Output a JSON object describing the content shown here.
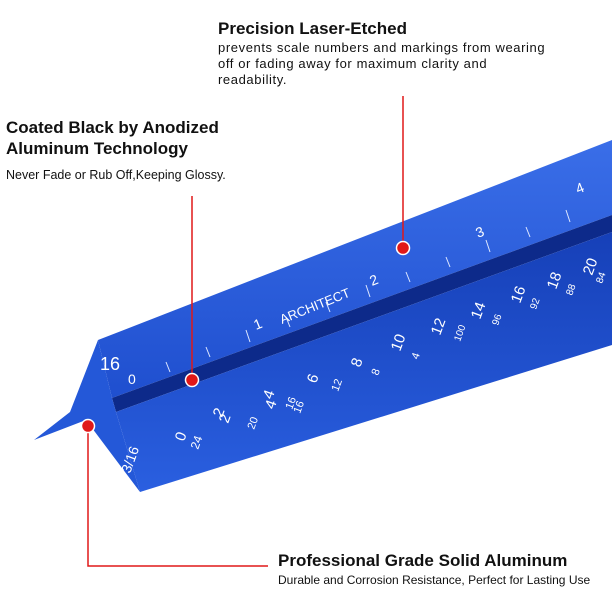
{
  "callouts": {
    "laser": {
      "title": "Precision Laser-Etched",
      "body": "prevents scale numbers and markings from wearing off or fading away for maximum clarity and readability."
    },
    "coating": {
      "title": "Coated Black by Anodized Aluminum Technology",
      "body": "Never Fade or Rub Off,Keeping Glossy."
    },
    "material": {
      "title": "Professional Grade Solid Aluminum",
      "body": "Durable and Corrosion Resistance, Perfect for Lasting Use"
    }
  },
  "ruler": {
    "brand_label": "ARCHITECT",
    "top_scale": [
      "1",
      "2",
      "3",
      "4"
    ],
    "top_end_label": "16",
    "top_zero": "0",
    "middle_scale": [
      "2",
      "4",
      "6",
      "8",
      "10",
      "12",
      "14",
      "16",
      "18",
      "20"
    ],
    "middle_small": [
      "16",
      "12",
      "8",
      "4",
      "100",
      "96",
      "92",
      "88",
      "84"
    ],
    "bottom_scale": [
      "24",
      "0",
      "2",
      "4"
    ],
    "bottom_small": [
      "20",
      "16"
    ],
    "bottom_end_label": "3/16",
    "colors": {
      "ruler_blue": "#1f4fcf",
      "ruler_dark": "#0d2a8a",
      "marker_red": "#e01818"
    }
  }
}
